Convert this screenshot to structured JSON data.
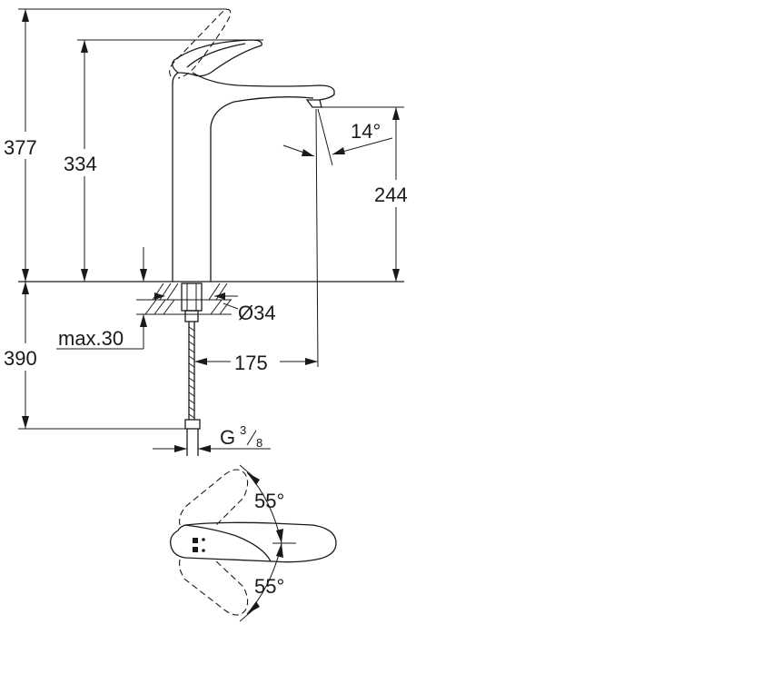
{
  "dimensions": {
    "total_height": "377",
    "spout_height": "334",
    "outlet_height": "244",
    "below_counter": "390",
    "max_thickness": "max.30",
    "projection": "175",
    "hole_diameter": "Ø34",
    "spray_angle": "14°",
    "connection_letter": "G",
    "connection_num": "3",
    "connection_den": "8",
    "rotation_left": "55°",
    "rotation_right": "55°"
  }
}
